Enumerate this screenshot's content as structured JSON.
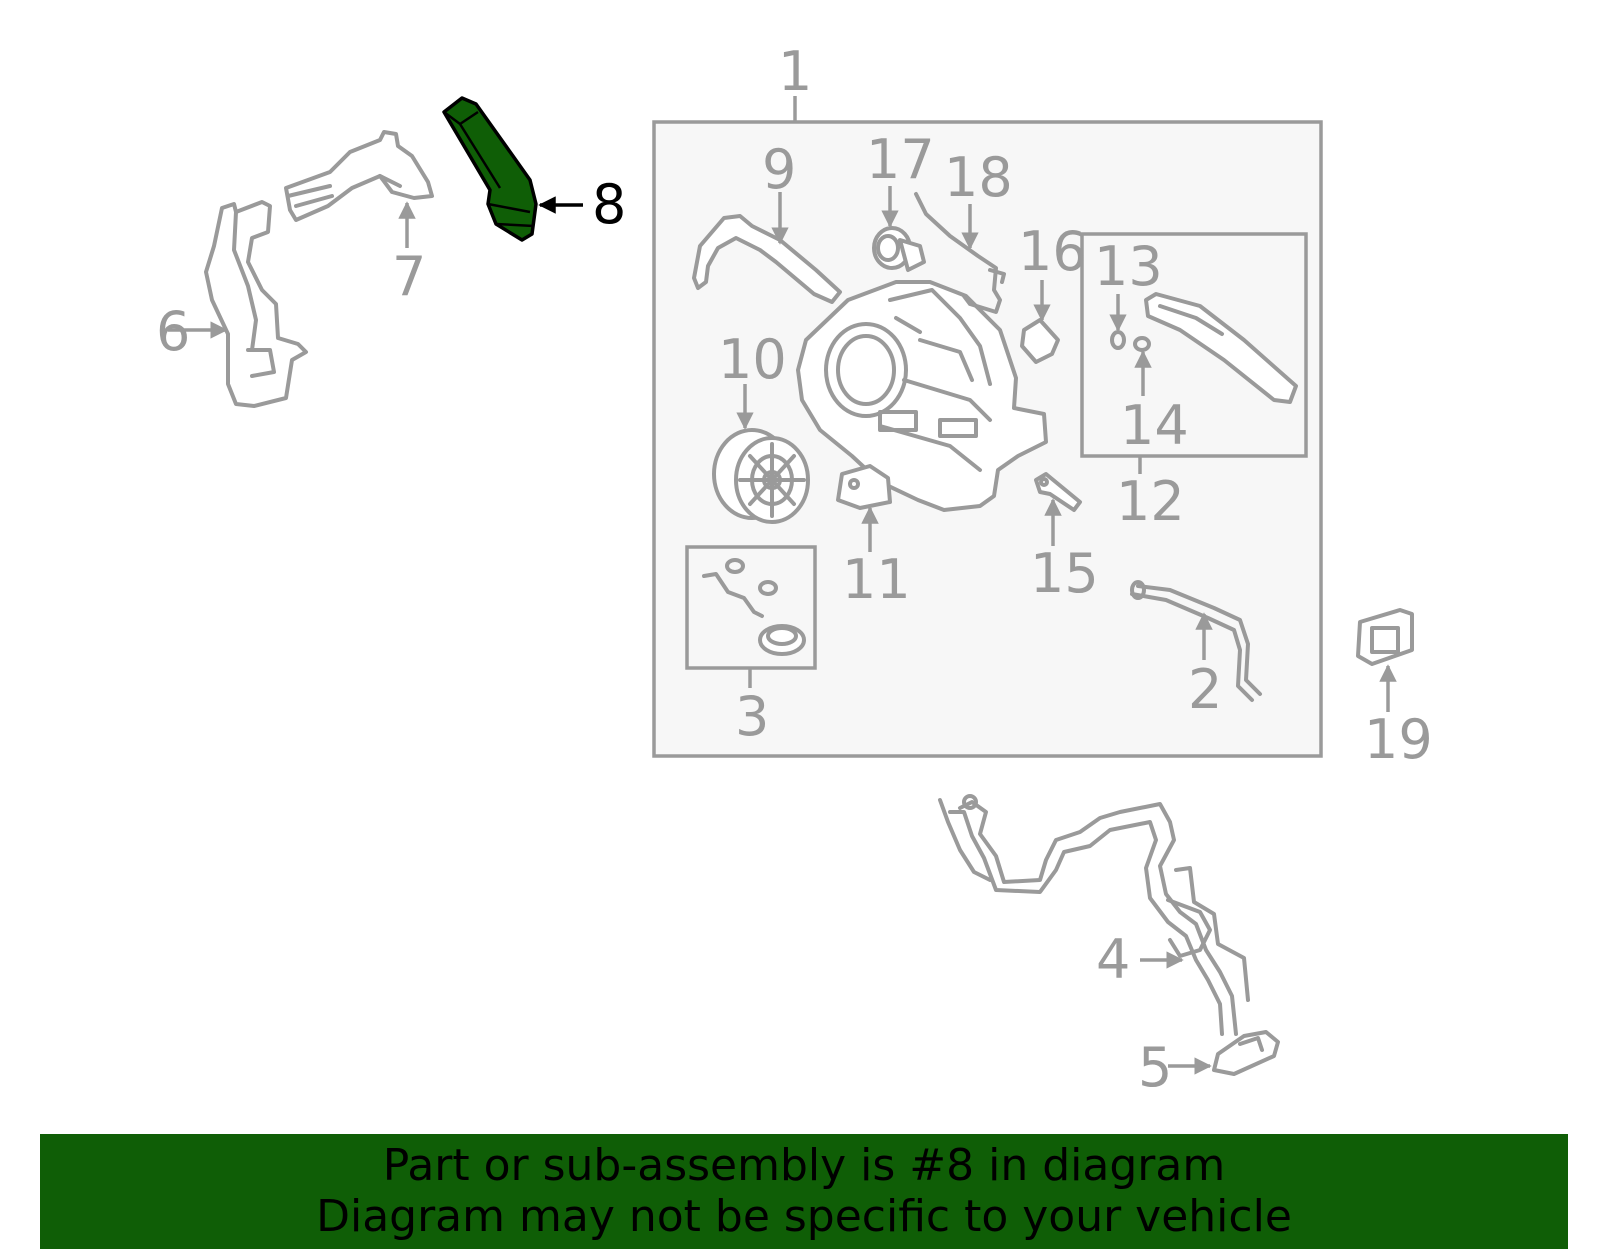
{
  "diagram": {
    "highlighted_part": "8",
    "callouts": [
      "1",
      "2",
      "3",
      "4",
      "5",
      "6",
      "7",
      "8",
      "9",
      "10",
      "11",
      "12",
      "13",
      "14",
      "15",
      "16",
      "17",
      "18",
      "19"
    ]
  },
  "colors": {
    "highlight": "#0f5e06",
    "line_art": "#9a9a9a",
    "assembly_box": "#f7f7f7"
  },
  "banner": {
    "line1": "Part or sub-assembly is #8 in diagram",
    "line2": "Diagram may not be specific to your vehicle"
  }
}
